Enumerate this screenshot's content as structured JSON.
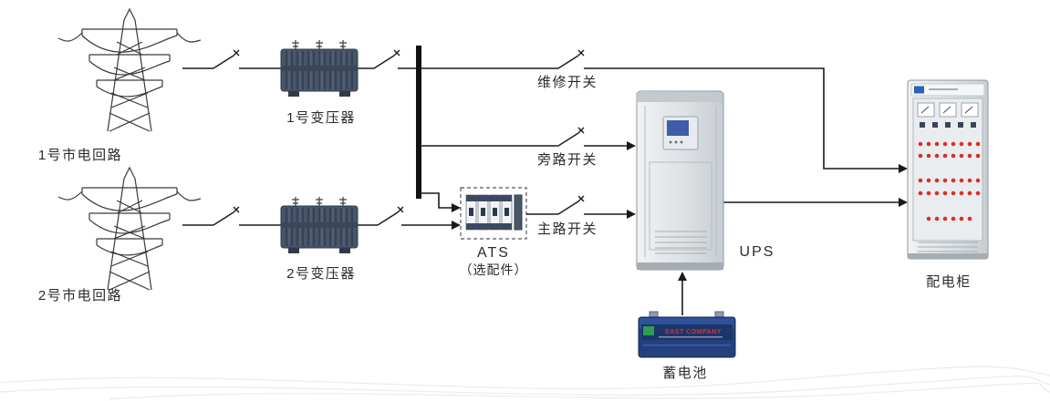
{
  "labels": {
    "utility_circuit_1": "1号市电回路",
    "utility_circuit_2": "2号市电回路",
    "transformer_1": "1号变压器",
    "transformer_2": "2号变压器",
    "maintenance_switch": "维修开关",
    "bypass_switch": "旁路开关",
    "main_switch": "主路开关",
    "ats": "ATS",
    "ats_note": "（选配件）",
    "ups": "UPS",
    "battery": "蓄电池",
    "battery_brand": "EAST COMPANY",
    "distribution_cabinet": "配电柜"
  },
  "colors": {
    "line": "#1a1a1a",
    "label_text": "#2b2b2b",
    "transformer_body": "#475569",
    "battery_body": "#24407e",
    "indicator_red": "#d93025",
    "screen_blue": "#3f5da8"
  }
}
